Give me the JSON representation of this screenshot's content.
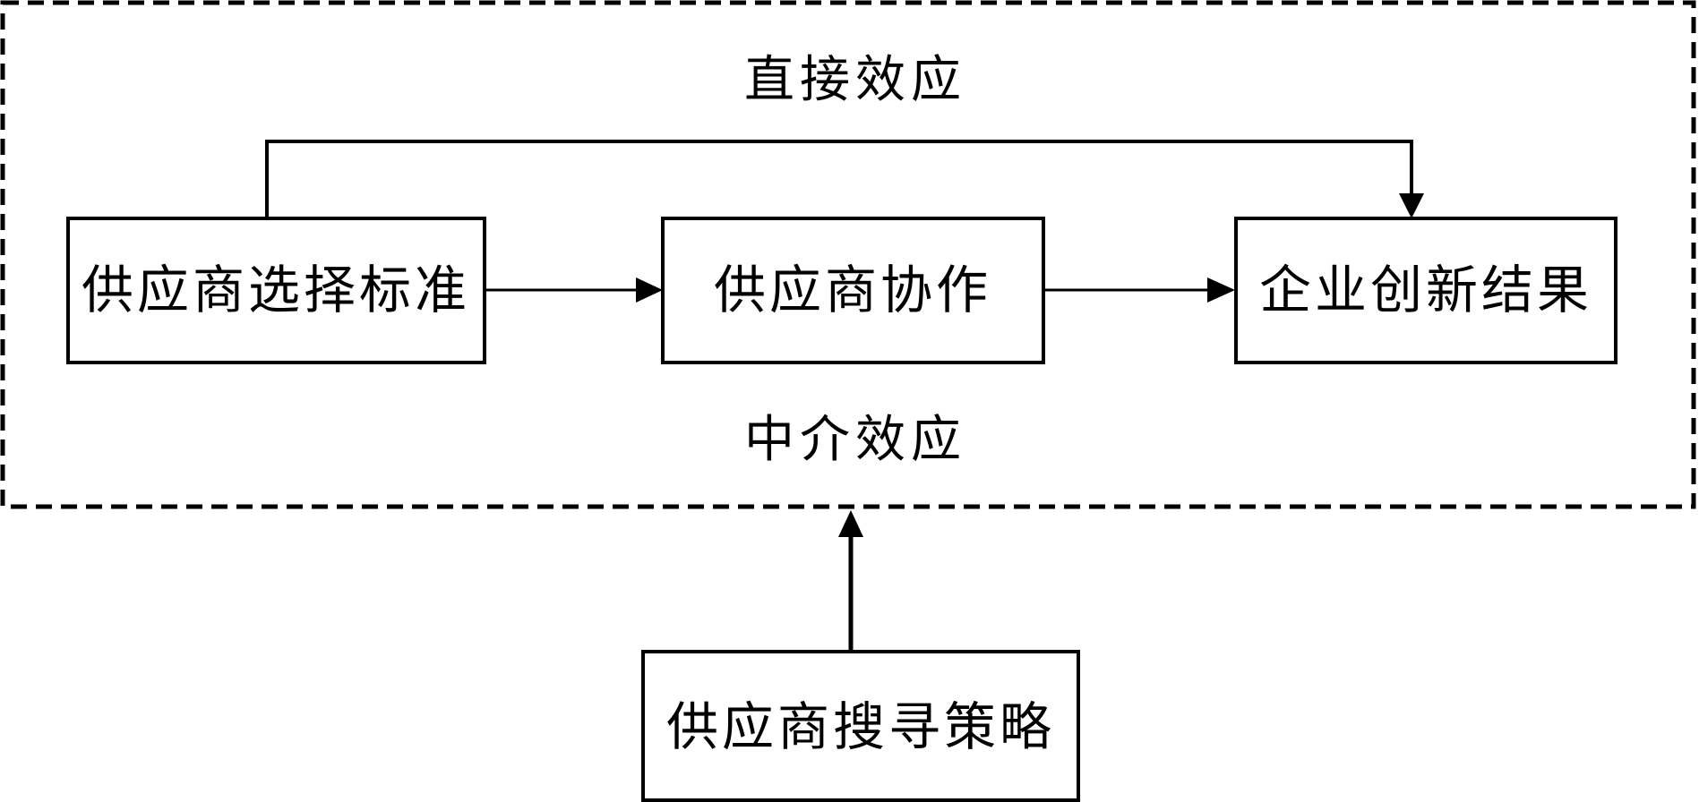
{
  "diagram": {
    "labels": {
      "direct_effect": "直接效应",
      "mediating_effect": "中介效应"
    },
    "nodes": {
      "selection_criteria": "供应商选择标准",
      "collaboration": "供应商协作",
      "innovation_outcome": "企业创新结果",
      "search_strategy": "供应商搜寻策略"
    },
    "colors": {
      "stroke": "#000000",
      "background": "#ffffff"
    }
  }
}
